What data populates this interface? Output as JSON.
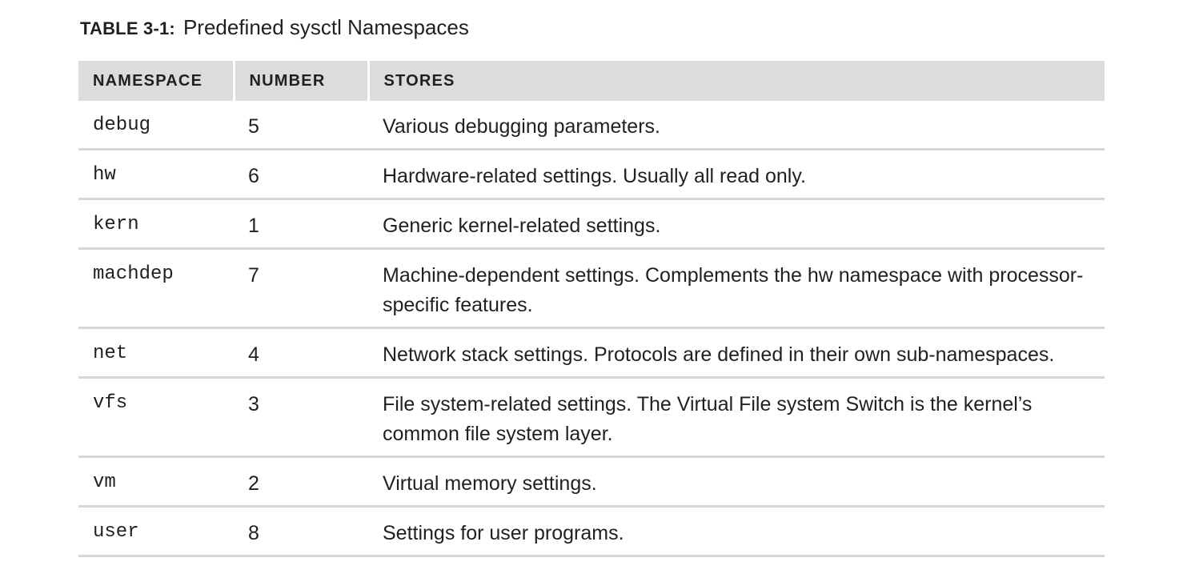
{
  "caption": {
    "label": "TABLE 3-1:",
    "text": "Predefined sysctl Namespaces"
  },
  "table": {
    "headers": [
      "NAMESPACE",
      "NUMBER",
      "STORES"
    ],
    "rows": [
      {
        "namespace": "debug",
        "number": "5",
        "stores": "Various debugging parameters."
      },
      {
        "namespace": "hw",
        "number": "6",
        "stores": "Hardware-related settings. Usually all read only."
      },
      {
        "namespace": "kern",
        "number": "1",
        "stores": "Generic kernel-related settings."
      },
      {
        "namespace": "machdep",
        "number": "7",
        "stores": "Machine-dependent settings. Complements the hw namespace with processor-specific features."
      },
      {
        "namespace": "net",
        "number": "4",
        "stores": "Network stack settings. Protocols are defined in their own sub-namespaces."
      },
      {
        "namespace": "vfs",
        "number": "3",
        "stores": "File system-related settings. The Virtual File system Switch is the kernel’s common file system layer."
      },
      {
        "namespace": "vm",
        "number": "2",
        "stores": "Virtual memory settings."
      },
      {
        "namespace": "user",
        "number": "8",
        "stores": "Settings for user programs."
      }
    ]
  }
}
